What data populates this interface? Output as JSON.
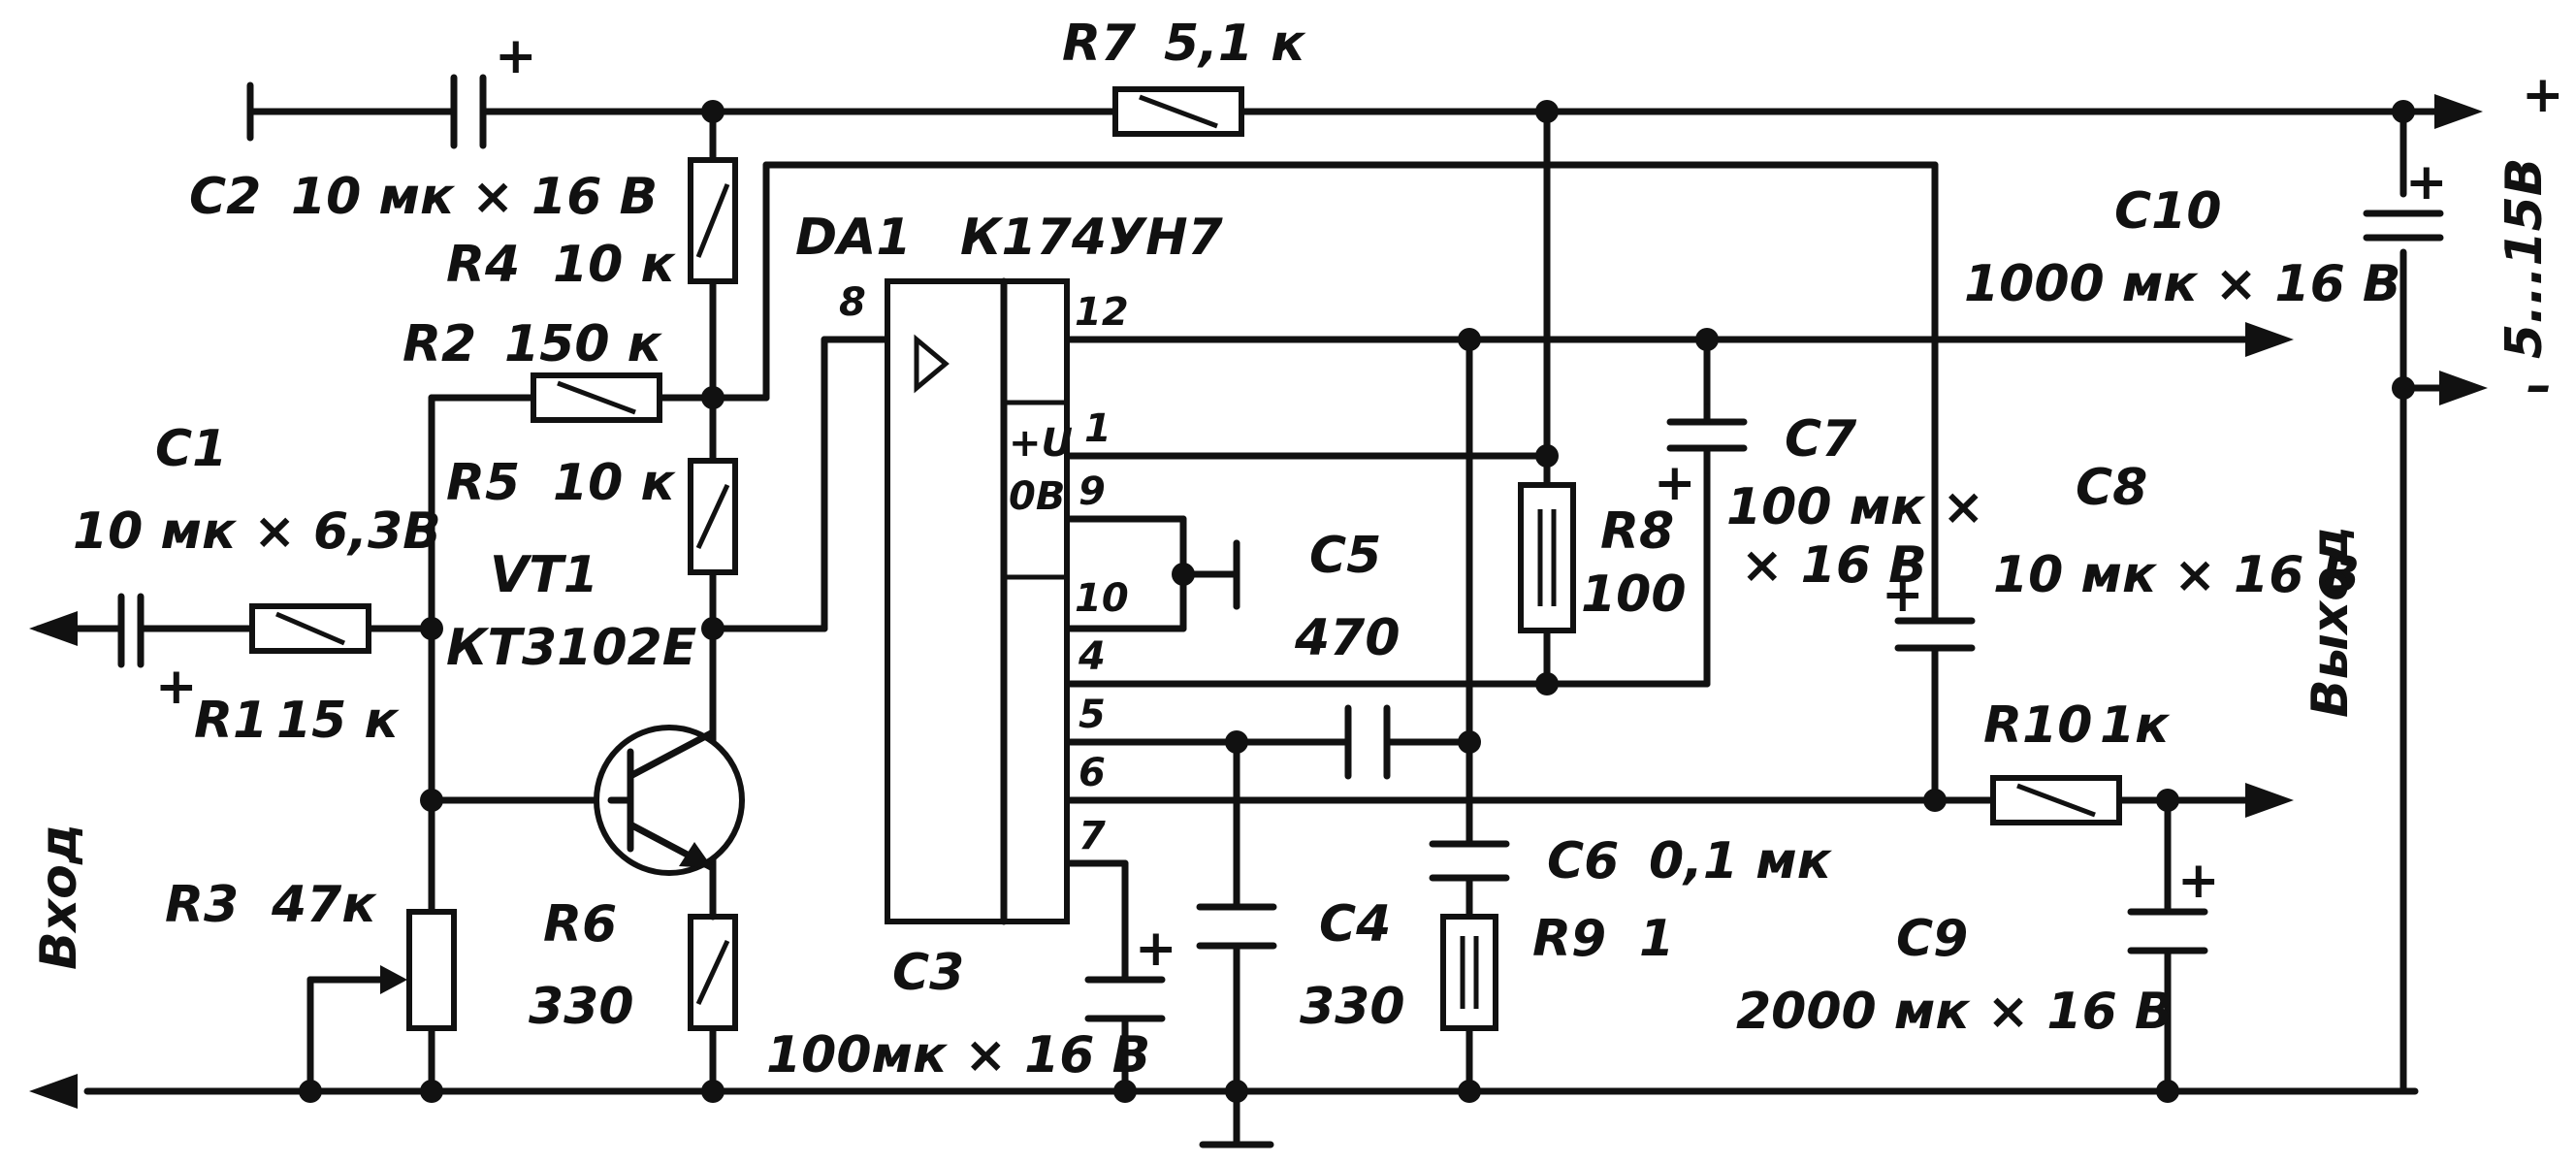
{
  "components": {
    "c2": {
      "ref": "C2",
      "value": "10 мк × 16 В"
    },
    "r7": {
      "ref": "R7",
      "value": "5,1 к"
    },
    "r4": {
      "ref": "R4",
      "value": "10 к"
    },
    "r2": {
      "ref": "R2",
      "value": "150 к"
    },
    "r5": {
      "ref": "R5",
      "value": "10 к"
    },
    "c1": {
      "ref": "C1",
      "value": "10 мк × 6,3В"
    },
    "vt1": {
      "ref": "VT1",
      "value": "КТ3102Е"
    },
    "r1": {
      "ref": "R1",
      "value": "15 к"
    },
    "r3": {
      "ref": "R3",
      "value": "47к"
    },
    "r6": {
      "ref": "R6",
      "value": "330"
    },
    "da1": {
      "ref": "DA1",
      "value": "К174УН7"
    },
    "c3": {
      "ref": "C3",
      "value": "100мк × 16 В"
    },
    "c4": {
      "ref": "C4",
      "value": "330"
    },
    "c5": {
      "ref": "C5",
      "value": "470"
    },
    "c6": {
      "ref": "C6",
      "value": "0,1 мк"
    },
    "r8": {
      "ref": "R8",
      "value": "100"
    },
    "r9": {
      "ref": "R9",
      "value": "1"
    },
    "c7": {
      "ref": "C7",
      "value": "100 мк ×",
      "value2": "× 16 В"
    },
    "c8": {
      "ref": "C8",
      "value": "10 мк × 16 В"
    },
    "c9": {
      "ref": "C9",
      "value": "2000 мк × 16 В"
    },
    "c10": {
      "ref": "C10",
      "value": "1000 мк × 16 В"
    },
    "r10": {
      "ref": "R10",
      "value": "1к"
    }
  },
  "ic_pins": {
    "p8": "8",
    "p12": "12",
    "p1": "1",
    "p9": "9",
    "p10": "10",
    "p4": "4",
    "p5": "5",
    "p6": "6",
    "p7": "7",
    "plus_u": "+U",
    "zero_v": "0В"
  },
  "terminals": {
    "input_label": "Вход",
    "output_label": "Выход",
    "supply_label": "5...15В",
    "supply_plus": "+",
    "supply_minus": "–"
  },
  "polarity_mark": "+"
}
